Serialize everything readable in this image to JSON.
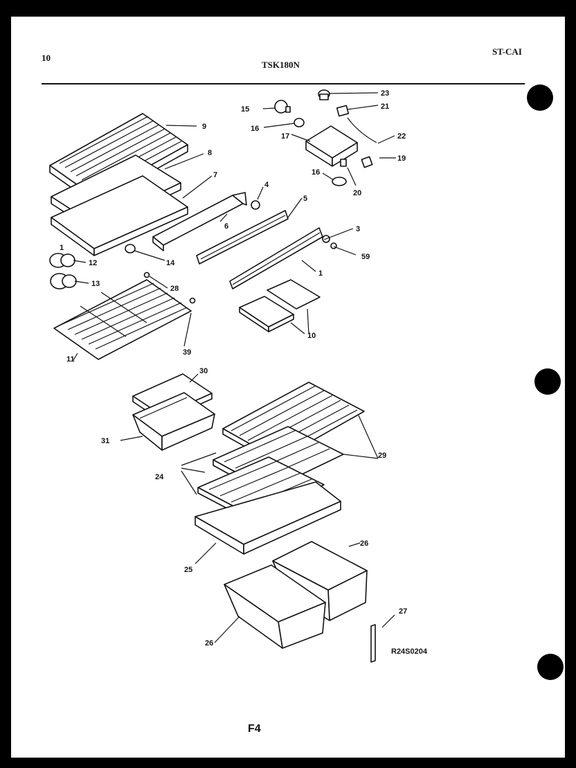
{
  "header": {
    "page_number": "10",
    "model": "TSK180N",
    "code": "ST-CAI"
  },
  "figure": {
    "label": "F4",
    "reference": "R24S0204"
  },
  "part_labels": {
    "p1a": "1",
    "p1b": "1",
    "p3": "3",
    "p4": "4",
    "p5": "5",
    "p6": "6",
    "p7": "7",
    "p8": "8",
    "p9": "9",
    "p10": "10",
    "p11": "11",
    "p12": "12",
    "p13": "13",
    "p14": "14",
    "p15": "15",
    "p16a": "16",
    "p16b": "16",
    "p17": "17",
    "p19": "19",
    "p20": "20",
    "p21": "21",
    "p22": "22",
    "p23": "23",
    "p24": "24",
    "p25": "25",
    "p26a": "26",
    "p26b": "26",
    "p27": "27",
    "p28": "28",
    "p29": "29",
    "p30": "30",
    "p31": "31",
    "p39": "39",
    "p59": "59"
  }
}
